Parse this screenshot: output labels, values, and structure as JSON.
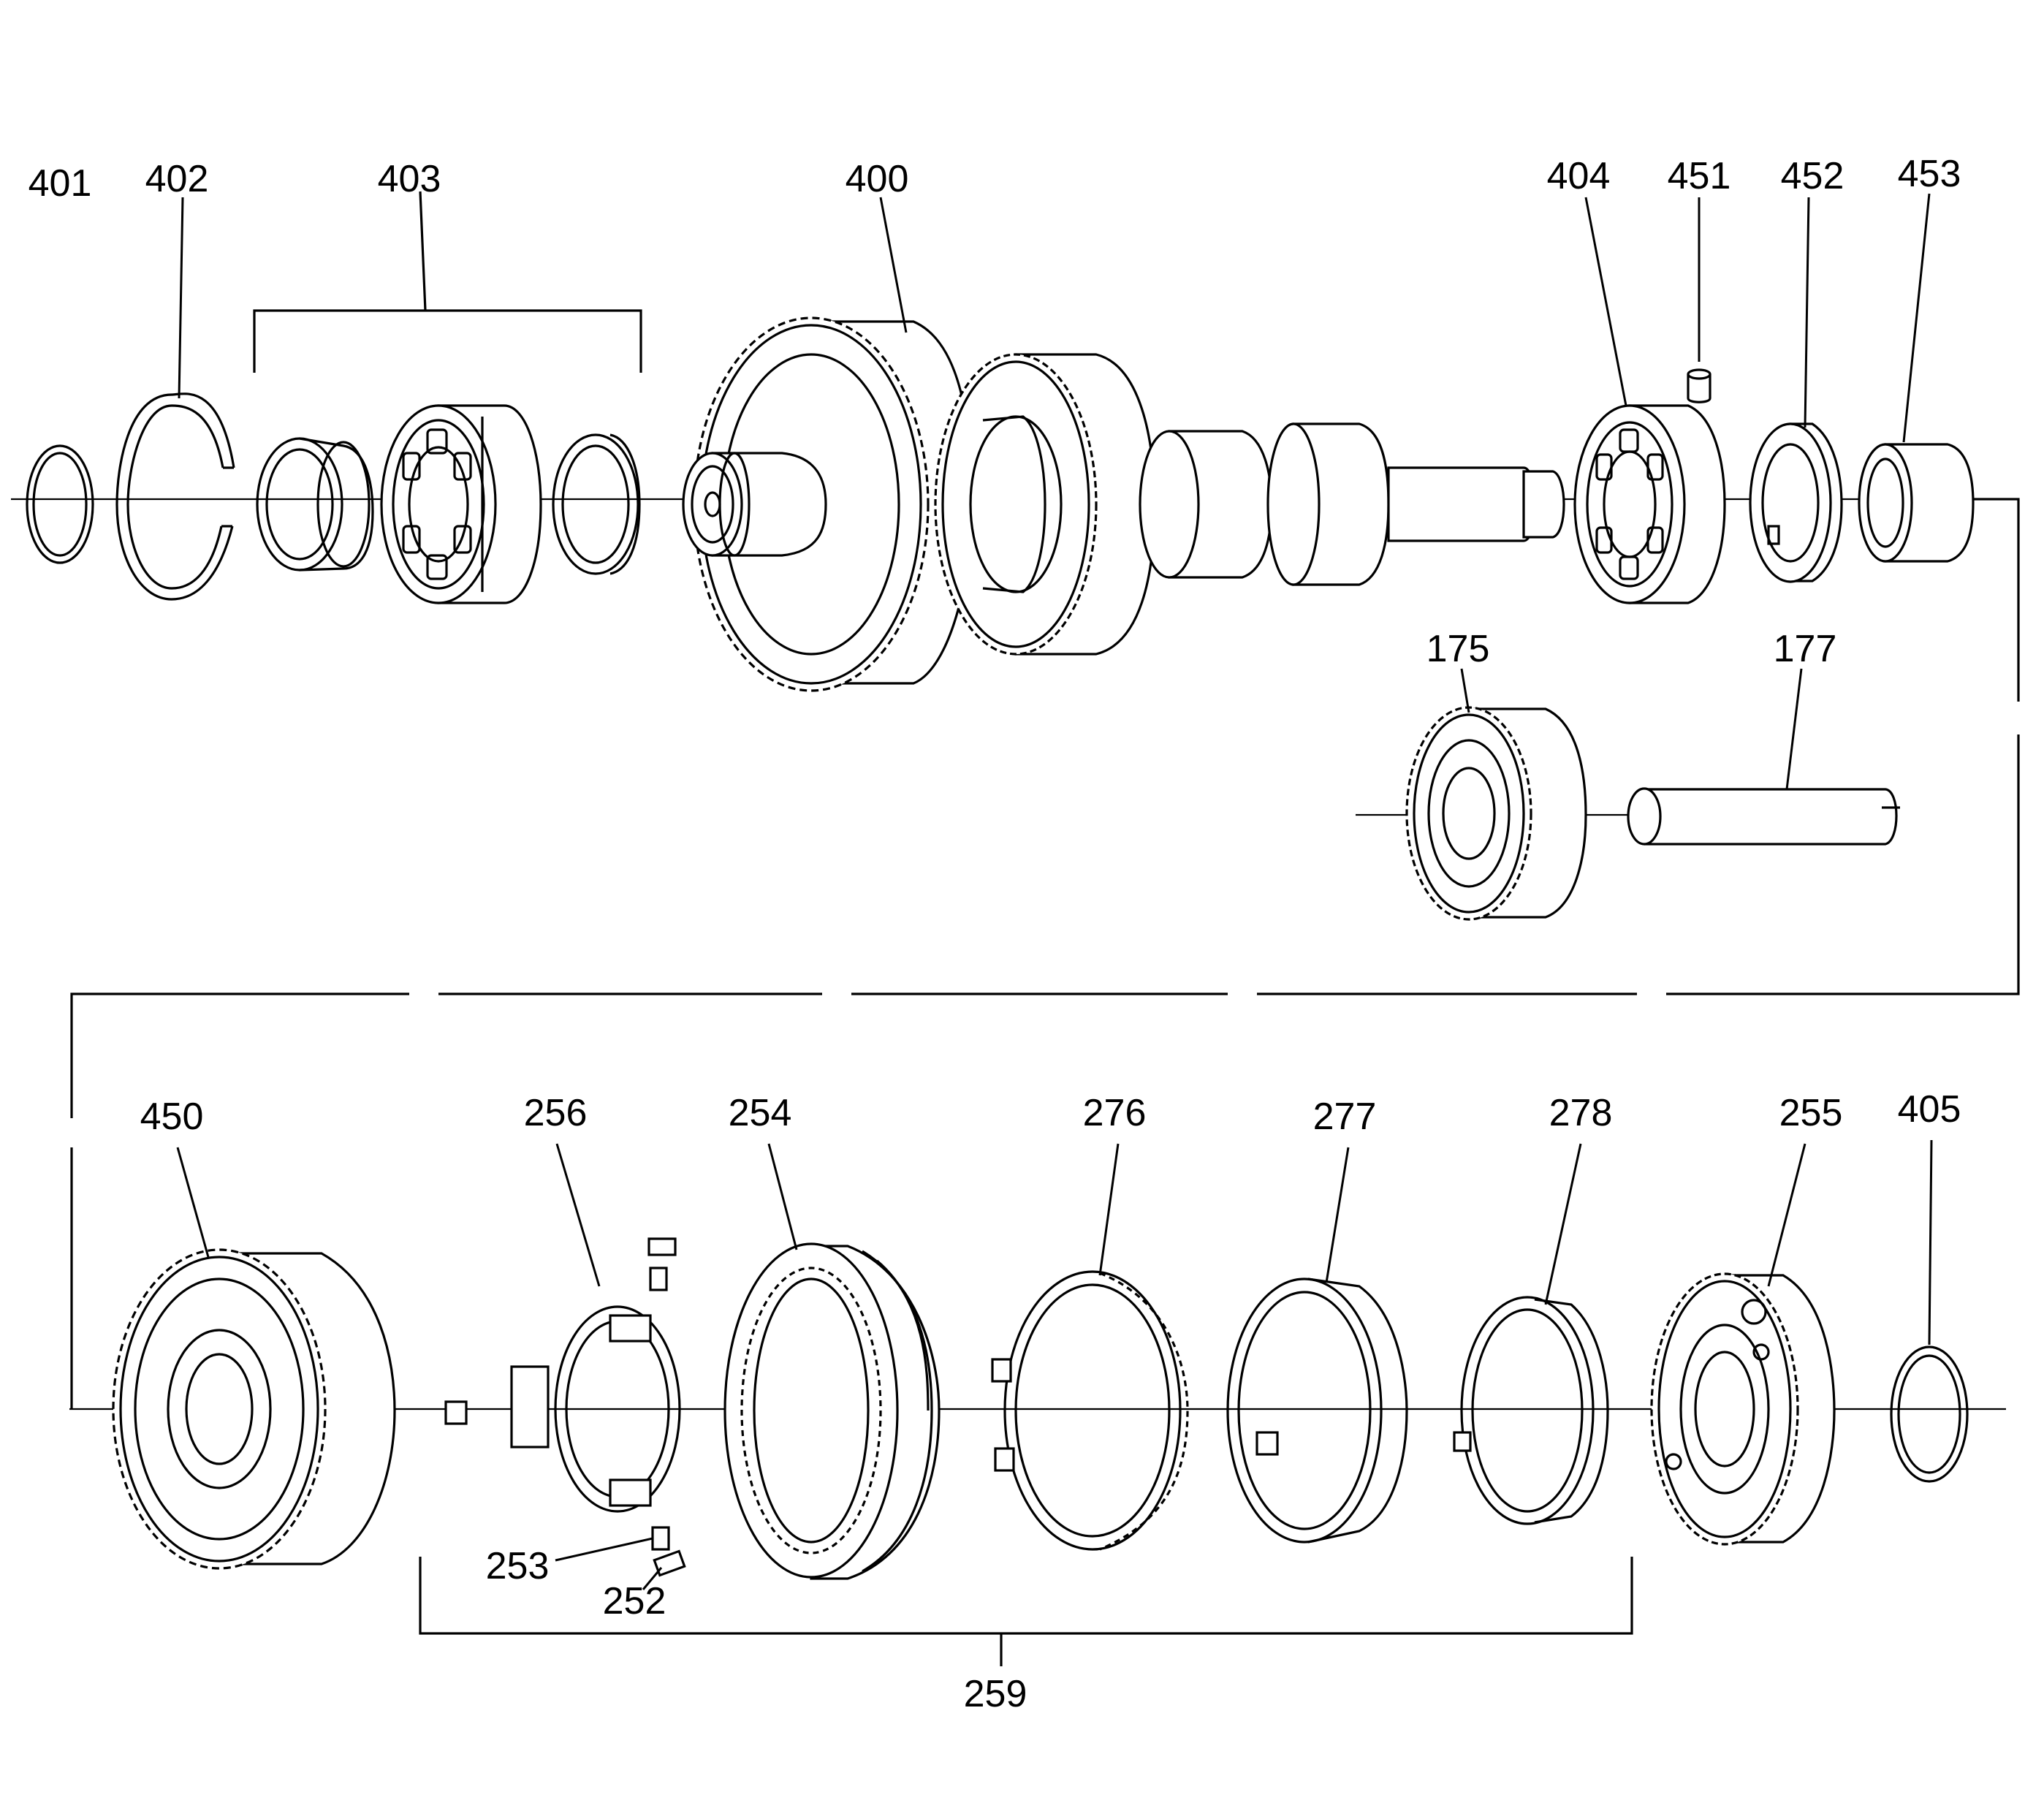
{
  "diagram": {
    "part_numbers": {
      "p401": "401",
      "p402": "402",
      "p403": "403",
      "p400": "400",
      "p404": "404",
      "p451": "451",
      "p452": "452",
      "p453": "453",
      "p175": "175",
      "p177": "177",
      "p450": "450",
      "p256": "256",
      "p254": "254",
      "p276": "276",
      "p277": "277",
      "p278": "278",
      "p255": "255",
      "p405": "405",
      "p253": "253",
      "p252": "252",
      "p259": "259"
    }
  }
}
